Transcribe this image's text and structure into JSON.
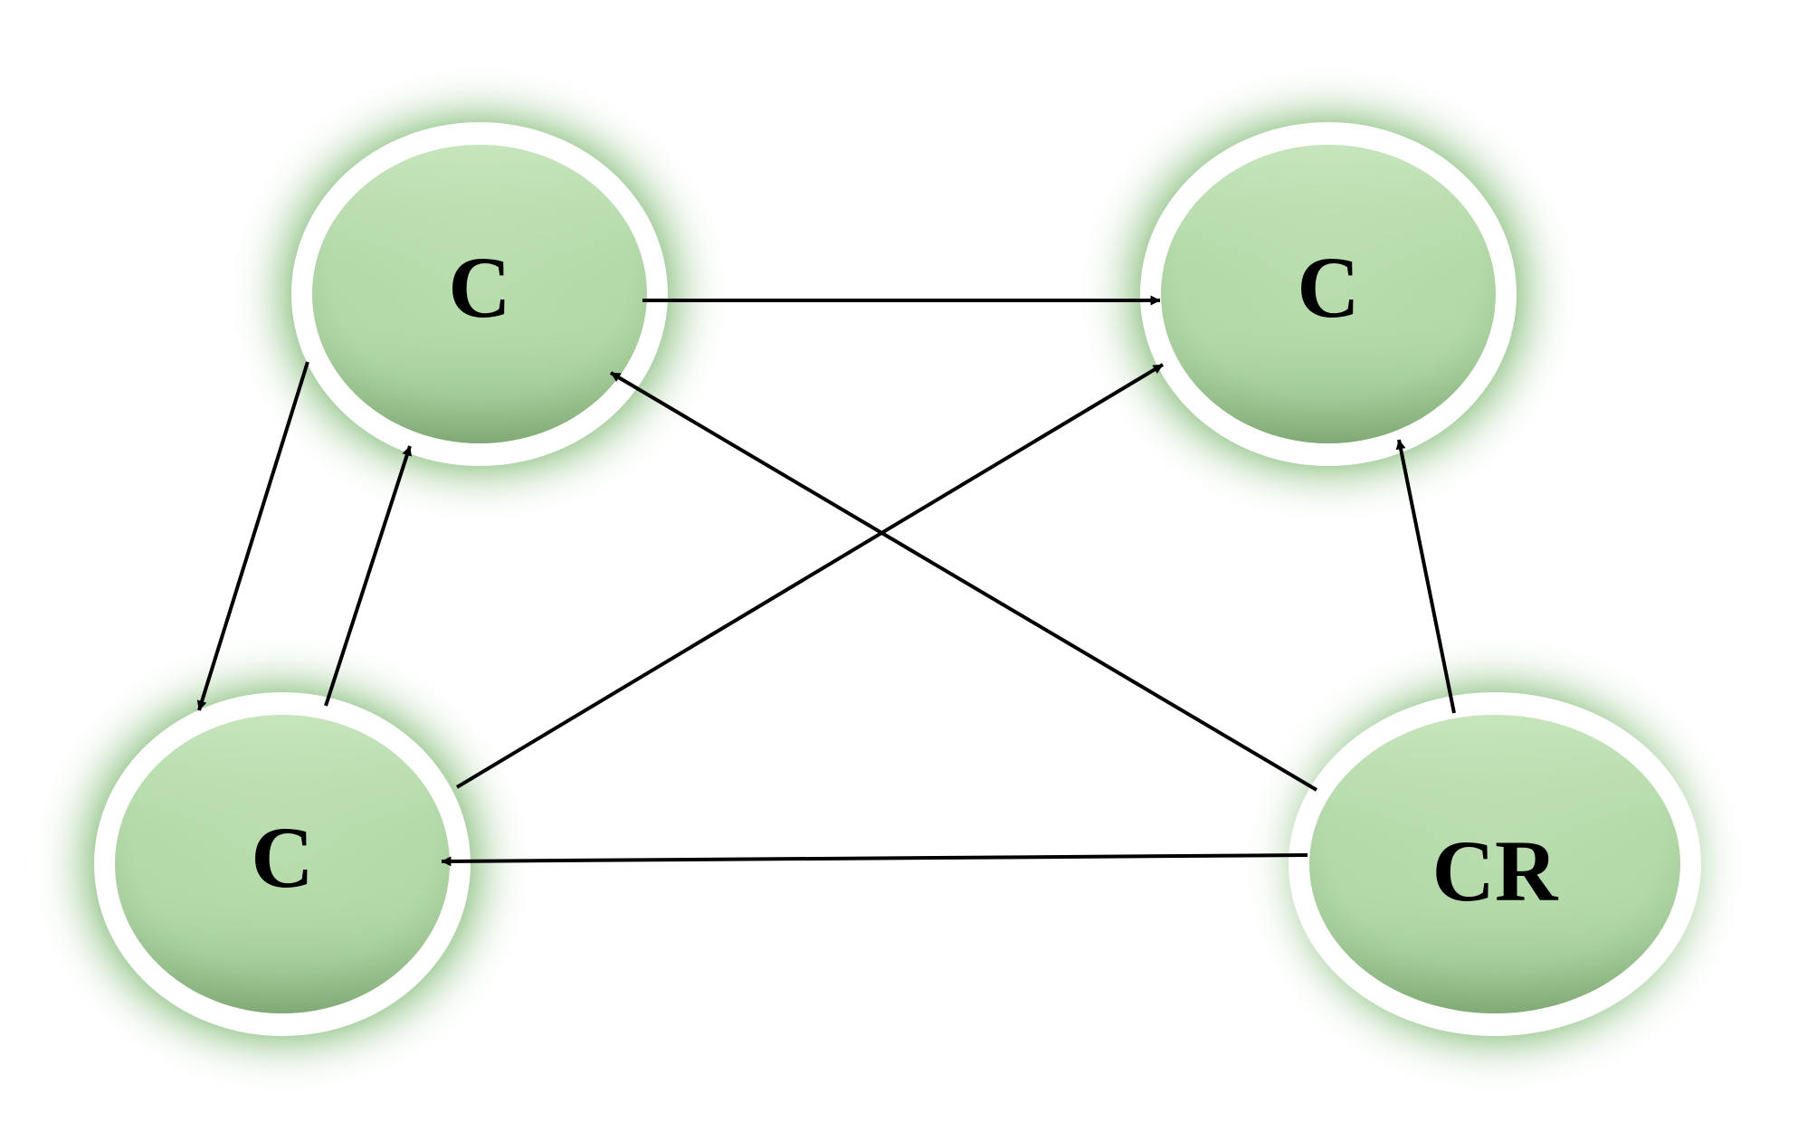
{
  "diagram": {
    "nodes": [
      {
        "id": "top-left",
        "label": "C"
      },
      {
        "id": "top-right",
        "label": "C"
      },
      {
        "id": "bottom-left",
        "label": "C"
      },
      {
        "id": "bottom-right",
        "label": "CR"
      }
    ],
    "edges": [
      {
        "from": "top-left",
        "to": "top-right"
      },
      {
        "from": "top-left",
        "to": "bottom-left"
      },
      {
        "from": "bottom-left",
        "to": "top-left"
      },
      {
        "from": "bottom-left",
        "to": "top-right"
      },
      {
        "from": "bottom-right",
        "to": "top-left"
      },
      {
        "from": "bottom-right",
        "to": "top-right"
      },
      {
        "from": "bottom-right",
        "to": "bottom-left"
      }
    ],
    "colors": {
      "node_fill": "#b5dcaa",
      "node_fill_light": "#c9e8bf",
      "node_fill_dark": "#8fbd83",
      "glow": "#5aa34a",
      "ring": "#ffffff",
      "arrow": "#000000",
      "label": "#000000"
    }
  }
}
